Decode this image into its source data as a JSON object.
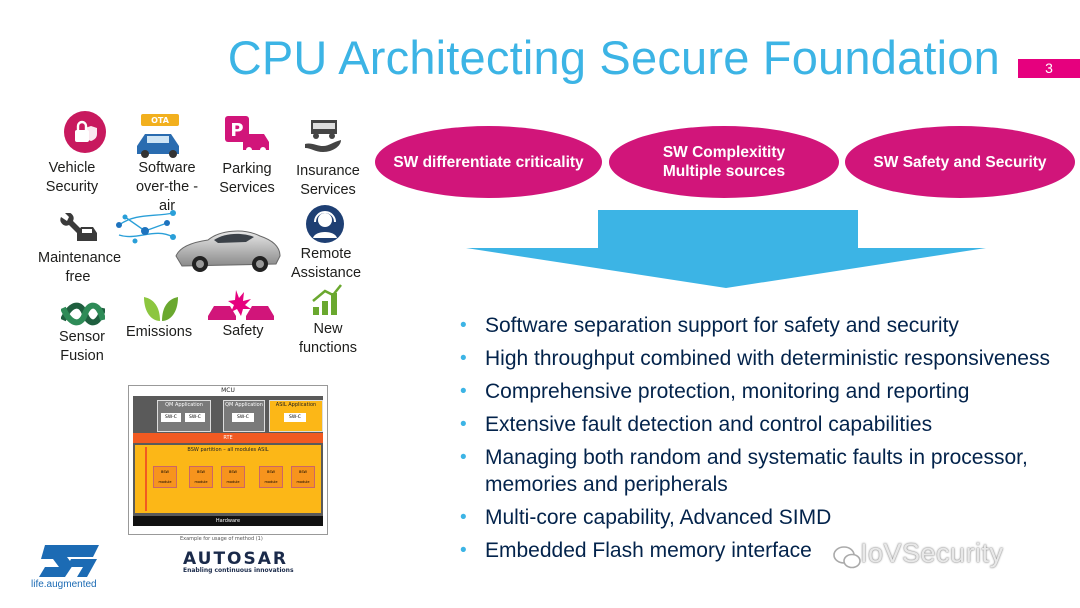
{
  "slide": {
    "title": "CPU Architecting Secure Foundation",
    "page_number": "3"
  },
  "icons": [
    {
      "label": "Vehicle Security",
      "icon": "lock-shield-icon"
    },
    {
      "label": "Software over-the - air",
      "icon": "ota-icon"
    },
    {
      "label": "Parking Services",
      "icon": "parking-icon"
    },
    {
      "label": "Insurance Services",
      "icon": "insurance-hand-car-icon"
    },
    {
      "label": "Maintenance free",
      "icon": "wrench-car-icon"
    },
    {
      "label": "Remote Assistance",
      "icon": "headset-icon"
    },
    {
      "label": "Sensor Fusion",
      "icon": "sensor-fusion-icon"
    },
    {
      "label": "Emissions",
      "icon": "leaf-icon"
    },
    {
      "label": "Safety",
      "icon": "crash-icon"
    },
    {
      "label": "New functions",
      "icon": "growth-chart-icon"
    }
  ],
  "ovals": [
    {
      "text": "SW differentiate criticality"
    },
    {
      "line1": "SW Complexitity",
      "line2": "Multiple sources"
    },
    {
      "text": "SW Safety and Security"
    }
  ],
  "bullets": [
    "Software separation support for safety and security",
    "High throughput combined with deterministic responsiveness",
    "Comprehensive protection, monitoring  and reporting",
    "Extensive fault detection and control capabilities",
    "Managing both random and systematic faults in processor, memories and peripherals",
    "Multi-core capability, Advanced SIMD",
    "Embedded Flash memory interface"
  ],
  "diagram": {
    "mcu": "MCU",
    "qm_app_1": "QM Application",
    "qm_app_2": "QM Application",
    "asil_app": "ASIL Application",
    "swc": "SW-C",
    "rte": "RTE",
    "bsw": "BSW partition – all modules ASIL",
    "bsw_module": "BSW module",
    "hardware": "Hardware",
    "caption": "Example for usage of method (1)"
  },
  "logos": {
    "st_tagline": "life.augmented",
    "autosar": "AUTOSAR",
    "autosar_tagline": "Enabling continuous innovations"
  },
  "watermark": "IoVSecurity",
  "colors": {
    "title": "#3cb4e5",
    "accent_pink": "#d1157a",
    "arrow": "#3cb4e5",
    "bullet_text": "#03234b"
  }
}
